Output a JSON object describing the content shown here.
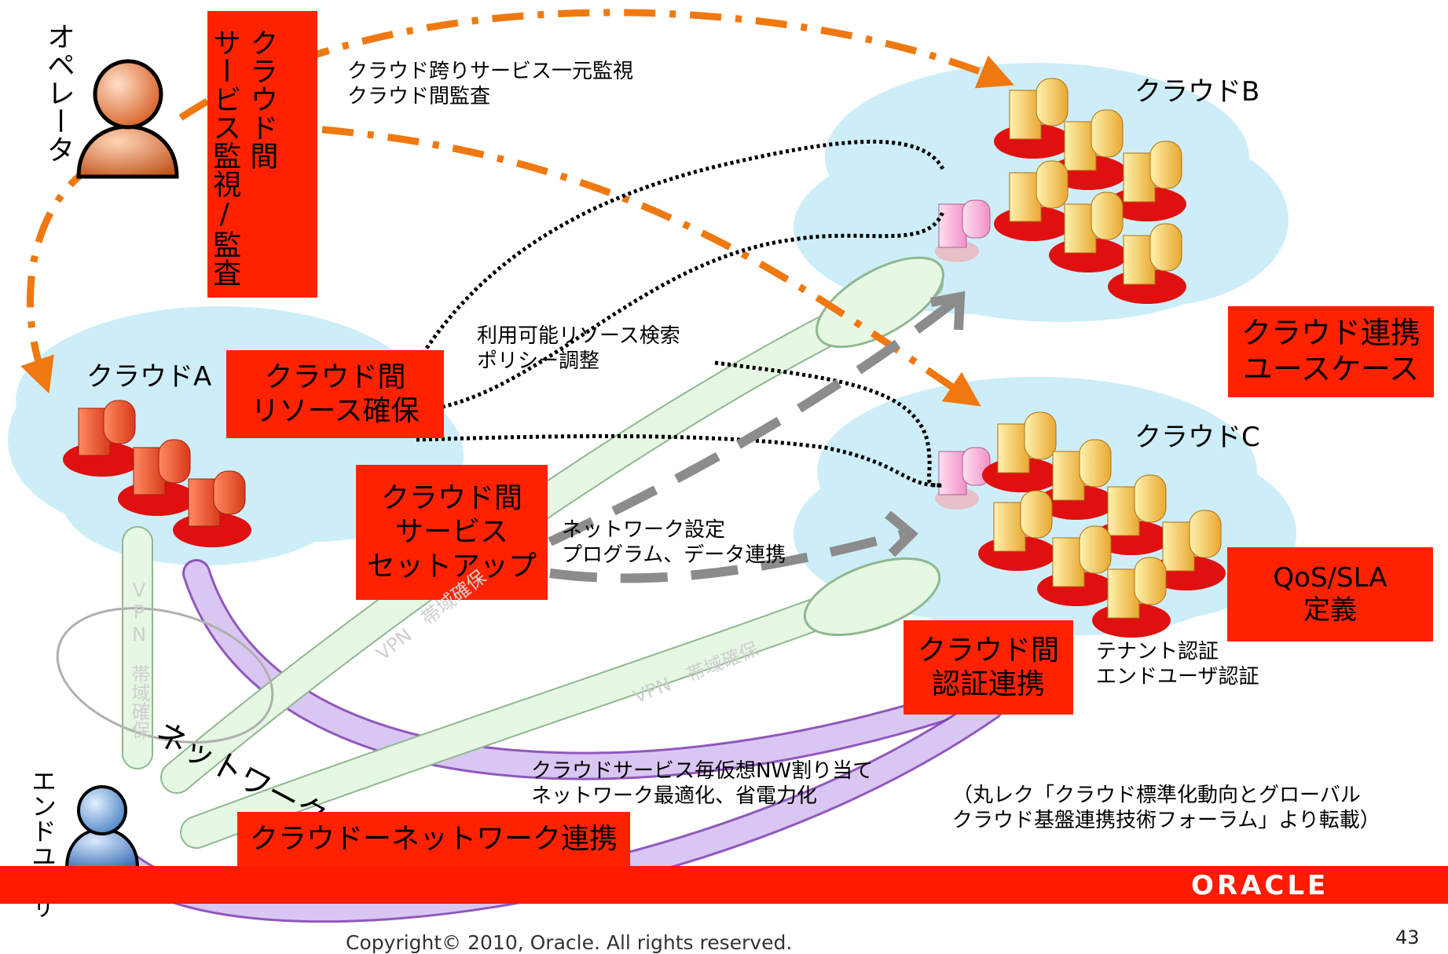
{
  "labels": {
    "operator": "オペレータ",
    "enduser": "エンドユーザ",
    "cloud_a": "クラウドA",
    "cloud_b": "クラウドB",
    "cloud_c": "クラウドC",
    "monitor_line1": "クラウド跨りサービス一元監視",
    "monitor_line2": "クラウド間監査",
    "resource_line1": "利用可能リソース検索",
    "resource_line2": "ポリシー調整",
    "network_line1": "ネットワーク設定",
    "network_line2": "プログラム、データ連携",
    "auth_line1": "テナント認証",
    "auth_line2": "エンドユーザ認証",
    "nw_line1": "クラウドサービス毎仮想NW割り当て",
    "nw_line2": "ネットワーク最適化、省電力化",
    "source_line1": "（丸レク「クラウド標準化動向とグローバル",
    "source_line2": "クラウド基盤連携技術フォーラム」より転載）",
    "network_curve": "ネットワーク"
  },
  "boxes": {
    "cloud_monitor_line1": "クラウド間",
    "cloud_monitor_line2": "サービス監視/監査",
    "resource_line1": "クラウド間",
    "resource_line2": "リソース確保",
    "setup_line1": "クラウド間",
    "setup_line2": "サービス",
    "setup_line3": "セットアップ",
    "auth_line1": "クラウド間",
    "auth_line2": "認証連携",
    "usecase_line1": "クラウド連携",
    "usecase_line2": "ユースケース",
    "qos_line1": "QoS/SLA",
    "qos_line2": "定義",
    "network_link": "クラウドーネットワーク連携"
  },
  "watermarks": {
    "vpn_vertical": "VPN　帯域確保",
    "vpn_diag1": "VPN　帯域確保",
    "vpn_diag2": "VPN　帯域確保"
  },
  "footer": {
    "logo": "ORACLE",
    "copyright": "Copyright© 2010, Oracle. All rights reserved.",
    "page": "43"
  },
  "colors": {
    "accent_red": "#ff2200",
    "orange_arrow": "#f07810",
    "cloud_fill": "#cdeef8",
    "gray_arrow": "#8c8c8c"
  }
}
